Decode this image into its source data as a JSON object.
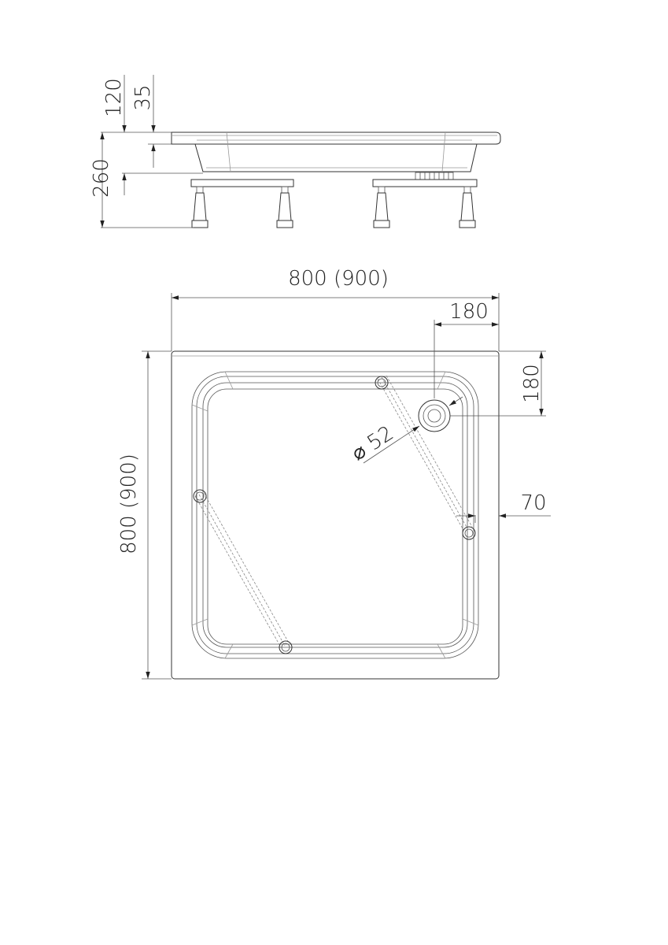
{
  "side_view": {
    "dimensions": {
      "rim_height": "120",
      "rim_thickness": "35",
      "total_height": "260"
    }
  },
  "top_view": {
    "dimensions": {
      "width": "800 (900)",
      "depth": "800 (900)",
      "drain_offset_x": "180",
      "drain_offset_y": "180",
      "drain_diameter": "⌀ 52",
      "leg_offset": "70"
    }
  },
  "colors": {
    "line": "#333333",
    "background": "#ffffff"
  }
}
